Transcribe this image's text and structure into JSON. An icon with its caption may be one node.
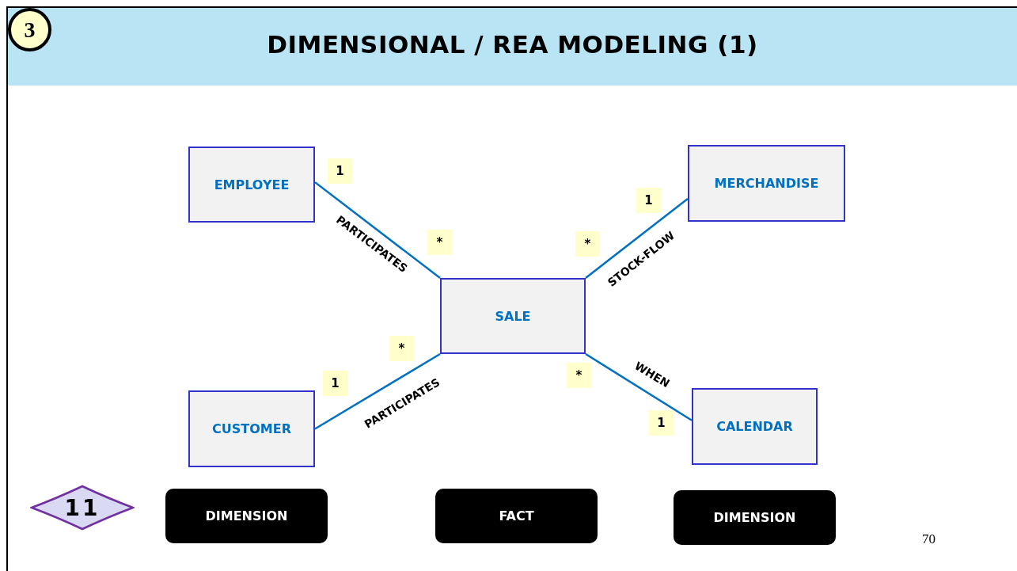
{
  "diagram": {
    "title": "DIMENSIONAL / REA MODELING (1)",
    "nodes": [
      {
        "text": [
          "3"
        ]
      },
      {
        "text": [
          "EMPLOYEE"
        ]
      },
      {
        "text": [
          "MERCHANDISE"
        ]
      },
      {
        "text": [
          "SALE"
        ]
      },
      {
        "text": [
          "CUSTOMER"
        ]
      },
      {
        "text": [
          "CALENDAR"
        ]
      },
      {
        "text": [
          "11"
        ]
      },
      {
        "text": [
          "DIMENSION"
        ]
      },
      {
        "text": [
          "FACT"
        ]
      },
      {
        "text": [
          "DIMENSION"
        ]
      }
    ],
    "edges": [
      {
        "from": 1,
        "to": 3,
        "arrow": "none",
        "label": "PARTICIPATES"
      },
      {
        "from": 2,
        "to": 3,
        "arrow": "none",
        "label": "STOCK-FLOW"
      },
      {
        "from": 4,
        "to": 3,
        "arrow": "none",
        "label": "PARTICIPATES"
      },
      {
        "from": 5,
        "to": 3,
        "arrow": "none",
        "label": "WHEN"
      }
    ],
    "labels": [
      "1",
      "1",
      "*",
      "*",
      "*",
      "*",
      "1",
      "1",
      "70"
    ]
  }
}
